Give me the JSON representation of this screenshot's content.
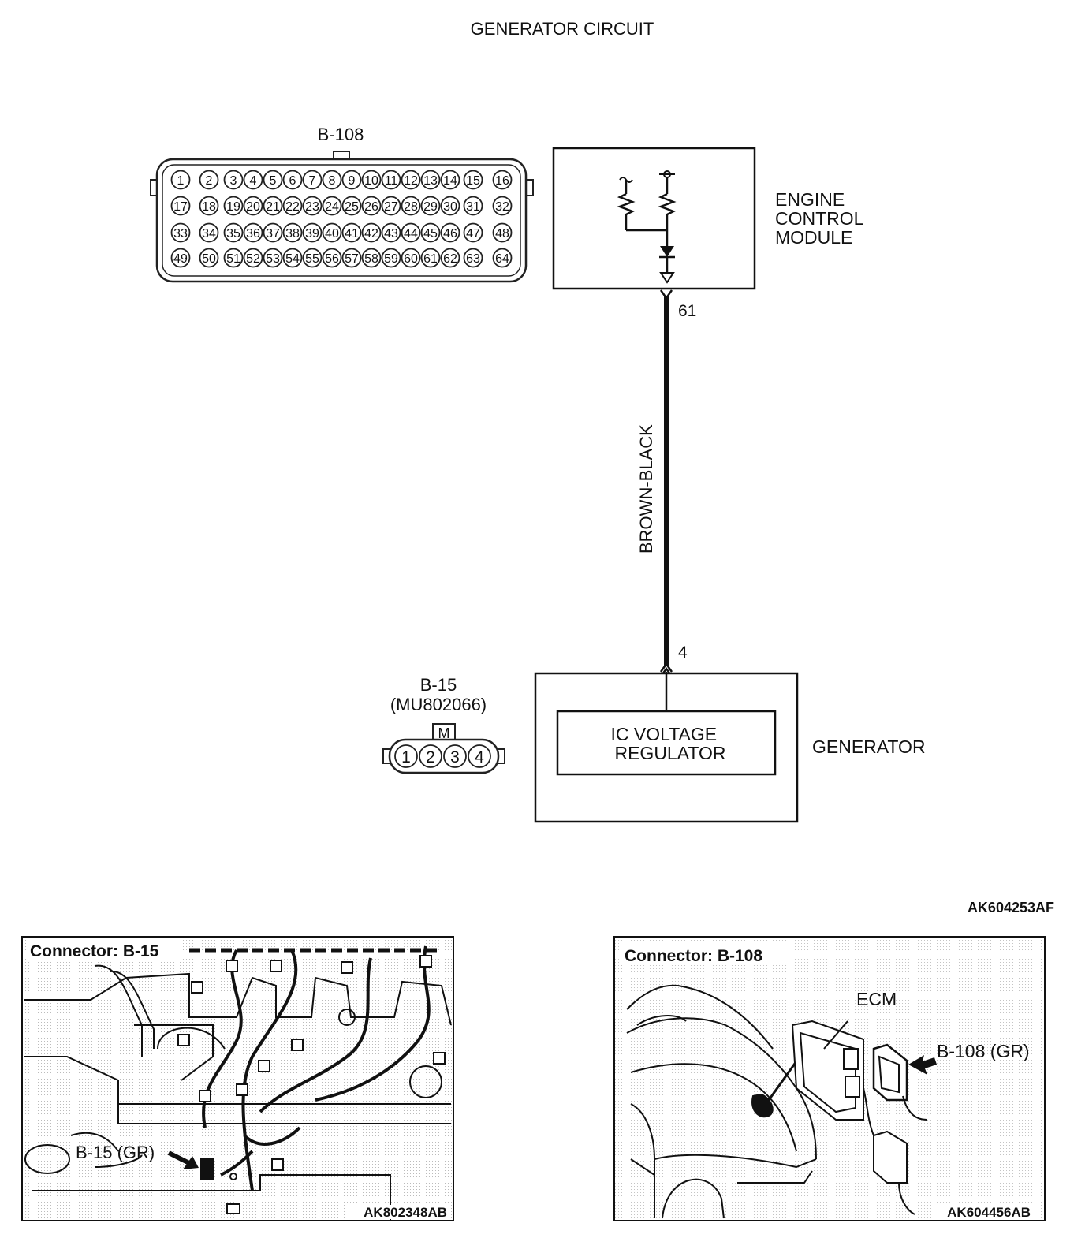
{
  "title": "GENERATOR CIRCUIT",
  "ecm_connector": {
    "id": "B-108",
    "rows": [
      [
        "1",
        "2",
        "3",
        "4",
        "5",
        "6",
        "7",
        "8",
        "9",
        "10",
        "11",
        "12",
        "13",
        "14",
        "15",
        "16"
      ],
      [
        "17",
        "18",
        "19",
        "20",
        "21",
        "22",
        "23",
        "24",
        "25",
        "26",
        "27",
        "28",
        "29",
        "30",
        "31",
        "32"
      ],
      [
        "33",
        "34",
        "35",
        "36",
        "37",
        "38",
        "39",
        "40",
        "41",
        "42",
        "43",
        "44",
        "45",
        "46",
        "47",
        "48"
      ],
      [
        "49",
        "50",
        "51",
        "52",
        "53",
        "54",
        "55",
        "56",
        "57",
        "58",
        "59",
        "60",
        "61",
        "62",
        "63",
        "64"
      ]
    ]
  },
  "ecm": {
    "label_lines": [
      "ENGINE",
      "CONTROL",
      "MODULE"
    ],
    "pin": "61"
  },
  "wire": {
    "color_label": "BROWN-BLACK"
  },
  "generator": {
    "label": "GENERATOR",
    "pin": "4",
    "regulator_lines": [
      "IC VOLTAGE",
      "REGULATOR"
    ]
  },
  "gen_connector": {
    "id": "B-15",
    "part": "(MU802066)",
    "key": "M",
    "pins": [
      "1",
      "2",
      "3",
      "4"
    ]
  },
  "figure_code": "AK604253AF",
  "panel_left": {
    "title": "Connector: B-15",
    "callout": "B-15 (GR)",
    "code": "AK802348AB"
  },
  "panel_right": {
    "title": "Connector: B-108",
    "ecm_callout": "ECM",
    "connector_callout": "B-108 (GR)",
    "code": "AK604456AB"
  }
}
